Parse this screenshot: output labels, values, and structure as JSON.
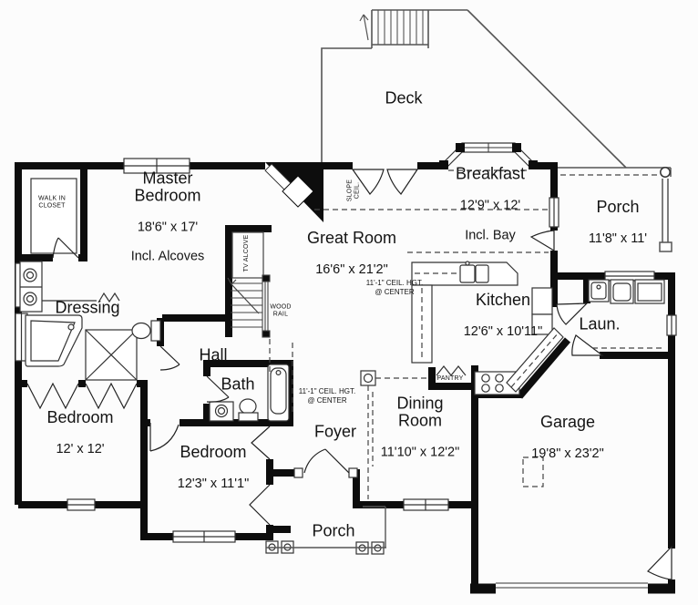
{
  "rooms": {
    "deck": {
      "name": "Deck"
    },
    "master": {
      "name": "Master\nBedroom",
      "dims": "18'6\" x 17'",
      "note": "Incl. Alcoves"
    },
    "breakfast": {
      "name": "Breakfast",
      "dims": "12'9\" x 12'",
      "note": "Incl. Bay"
    },
    "porch_rear": {
      "name": "Porch",
      "dims": "11'8\" x 11'"
    },
    "great_room": {
      "name": "Great Room",
      "dims": "16'6\" x 21'2\""
    },
    "kitchen": {
      "name": "Kitchen",
      "dims": "12'6\" x 10'11\""
    },
    "laundry": {
      "name": "Laun."
    },
    "dressing": {
      "name": "Dressing"
    },
    "hall": {
      "name": "Hall"
    },
    "bath": {
      "name": "Bath"
    },
    "dining": {
      "name": "Dining\nRoom",
      "dims": "11'10\" x 12'2\""
    },
    "foyer": {
      "name": "Foyer"
    },
    "bedroom_left": {
      "name": "Bedroom",
      "dims": "12' x 12'"
    },
    "bedroom_front": {
      "name": "Bedroom",
      "dims": "12'3\" x 11'1\""
    },
    "porch_front": {
      "name": "Porch"
    },
    "garage": {
      "name": "Garage",
      "dims": "19'8\" x 23'2\""
    }
  },
  "annotations": {
    "walk_in_closet": "WALK IN\nCLOSET",
    "pantry": "PANTRY",
    "wood_rail": "WOOD\nRAIL",
    "tv_alcove": "TV ALCOVE",
    "slope_ceil": "SLOPE\nCEIL.",
    "ceiling_height": "11'-1\" CEIL. HGT.\n@ CENTER"
  },
  "colors": {
    "wall": "#0d0d0d",
    "line": "#333333",
    "background": "#fcfcfc"
  }
}
